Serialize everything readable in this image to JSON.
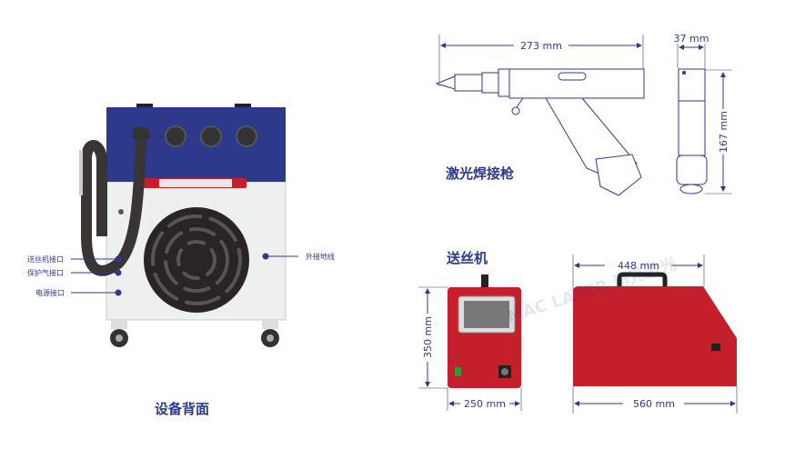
{
  "back_view": {
    "title": "设备背面",
    "callouts": [
      "送丝机接口",
      "保护气接口",
      "电源接口",
      "外接地线"
    ]
  },
  "welding_gun": {
    "title": "激光焊接枪",
    "length": "273 mm",
    "width": "37 mm",
    "height": "167 mm"
  },
  "wire_feeder": {
    "title": "送丝机",
    "front_height": "350 mm",
    "front_width": "250 mm",
    "side_top": "448 mm",
    "side_bottom": "560 mm",
    "watermark": "MAC LASER 玛克激光"
  },
  "colors": {
    "blue": "#2d3a8c",
    "red": "#c41f2a",
    "dark": "#3a3535",
    "panel": "#eef0f0"
  }
}
